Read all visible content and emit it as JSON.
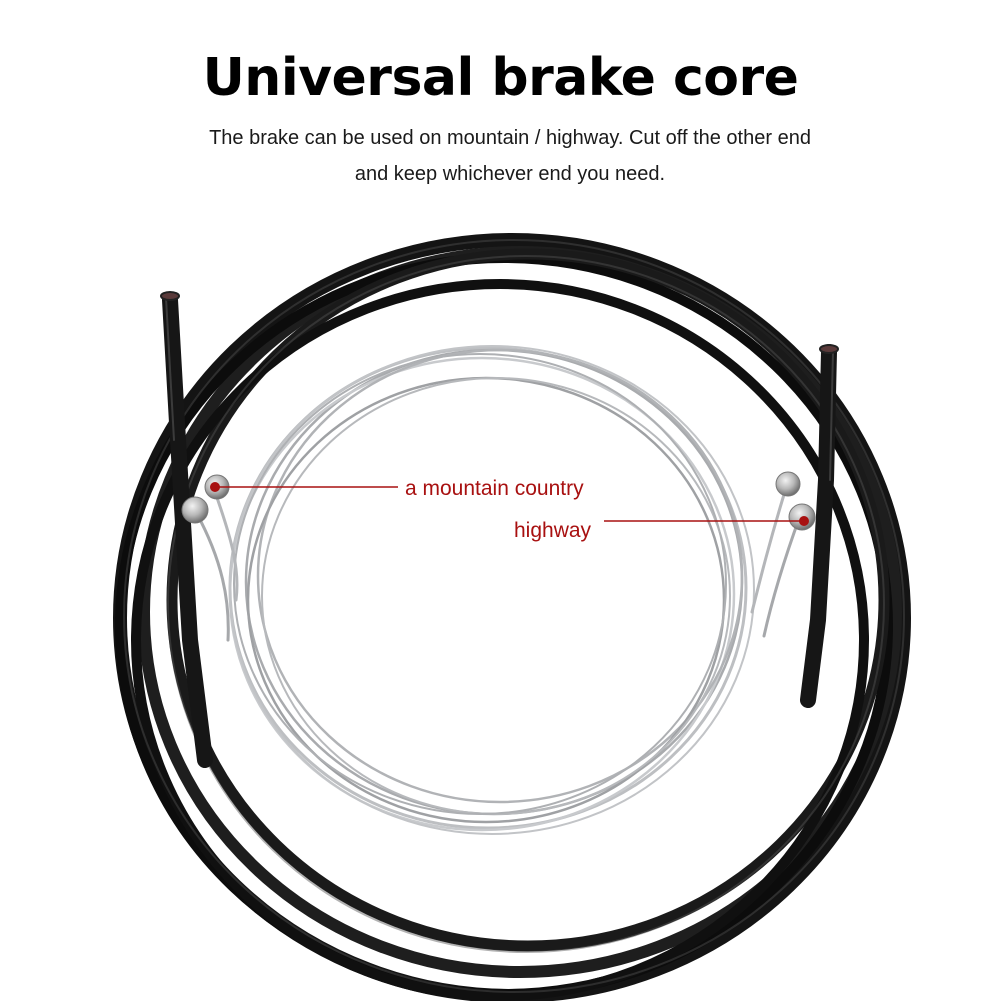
{
  "header": {
    "title": "Universal brake core",
    "subtitle": "The brake can be used on mountain / highway. Cut off the other end and keep whichever end you need."
  },
  "callouts": {
    "mountain_label": "a mountain country",
    "highway_label": "highway"
  },
  "colors": {
    "title": "#000000",
    "accent_red": "#a81010",
    "housing": "#141414",
    "steel_wire": "#b9bbbe"
  }
}
